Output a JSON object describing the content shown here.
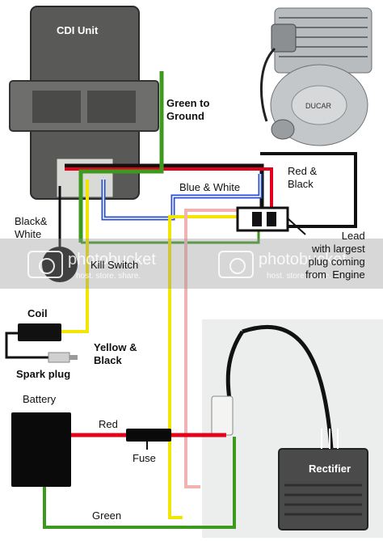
{
  "labels": {
    "cdi_unit": "CDI Unit",
    "green_to_ground": "Green to\nGround",
    "red_black": "Red &\nBlack",
    "blue_white": "Blue & White",
    "black_white": "Black&\nWhite",
    "lead_note": "Lead\nwith largest\nplug coming\nfrom  Engine",
    "kill_switch": "Kill Switch",
    "coil": "Coil",
    "yellow_black": "Yellow &\nBlack",
    "spark_plug": "Spark plug",
    "battery": "Battery",
    "red": "Red",
    "fuse": "Fuse",
    "green": "Green",
    "rectifier": "Rectifier",
    "engine_brand": "DUCAR"
  },
  "watermark": {
    "brand": "photobucket",
    "tagline": "host. store. share."
  },
  "colors": {
    "wire_red": "#e3001b",
    "wire_black": "#111111",
    "wire_green": "#3d9a1f",
    "wire_blue": "#2a4fd6",
    "wire_yellow": "#f2e600",
    "wire_pink": "#f3b2b2",
    "cdi_body": "#5a5a58",
    "rectifier_body": "#4a4a4a"
  }
}
